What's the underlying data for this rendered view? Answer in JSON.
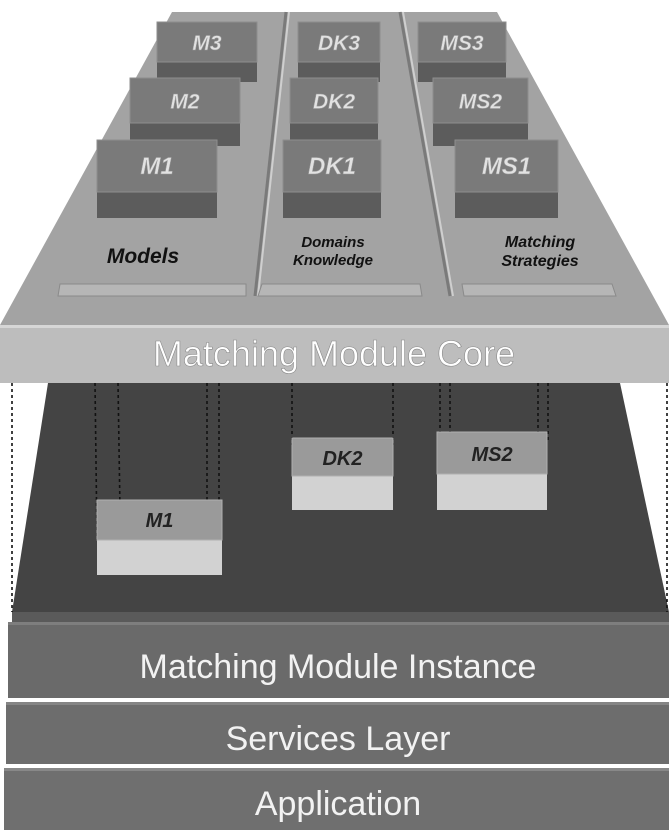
{
  "diagram": {
    "core": {
      "columns": [
        {
          "blocks": [
            "M3",
            "M2",
            "M1"
          ],
          "label_lines": [
            "Models"
          ]
        },
        {
          "blocks": [
            "DK3",
            "DK2",
            "DK1"
          ],
          "label_lines": [
            "Domains",
            "Knowledge"
          ]
        },
        {
          "blocks": [
            "MS3",
            "MS2",
            "MS1"
          ],
          "label_lines": [
            "Matching",
            "Strategies"
          ]
        }
      ],
      "title": "Matching Module Core"
    },
    "instance": {
      "blocks": [
        "M1",
        "DK2",
        "MS2"
      ]
    },
    "layers": [
      "Matching Module Instance",
      "Services Layer",
      "Application"
    ]
  }
}
